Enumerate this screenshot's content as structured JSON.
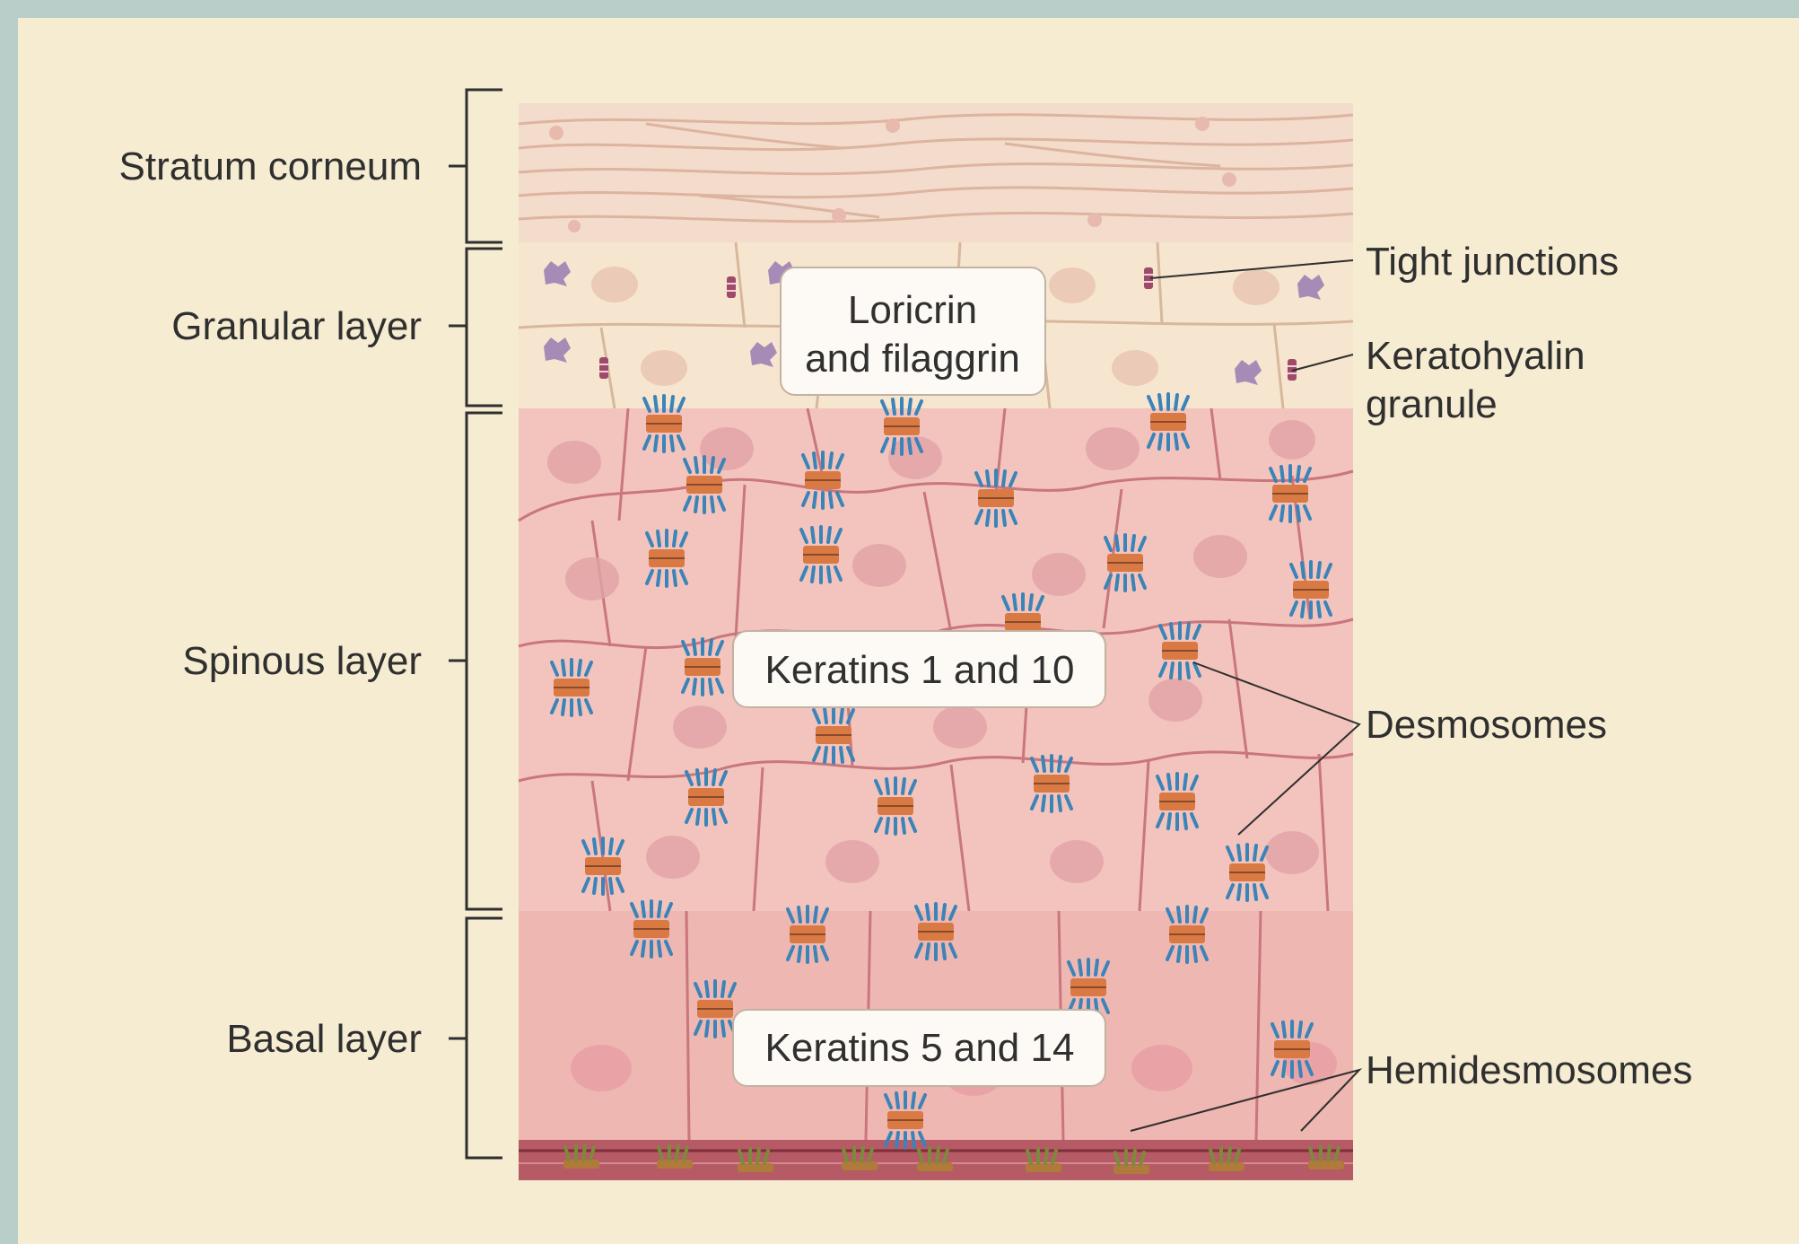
{
  "layers": [
    {
      "id": "corneum",
      "label": "Stratum corneum"
    },
    {
      "id": "granular",
      "label": "Granular layer"
    },
    {
      "id": "spinous",
      "label": "Spinous layer"
    },
    {
      "id": "basal",
      "label": "Basal layer"
    }
  ],
  "boxes": {
    "granular_line1": "Loricrin",
    "granular_line2": "and filaggrin",
    "spinous": "Keratins 1 and 10",
    "basal": "Keratins 5 and 14"
  },
  "callouts": {
    "tight_junctions": "Tight junctions",
    "keratohyalin_line1": "Keratohyalin",
    "keratohyalin_line2": "granule",
    "desmosomes": "Desmosomes",
    "hemidesmosomes": "Hemidesmosomes"
  },
  "colors": {
    "corneum": "#f3dccb",
    "granular": "#f6e5cf",
    "spinous_cell": "#f2c4bd",
    "basal_cell": "#efb7b2",
    "membrane": "#c9767d",
    "desmosome_blue": "#3b84b8",
    "desmosome_core": "#d97a45"
  }
}
